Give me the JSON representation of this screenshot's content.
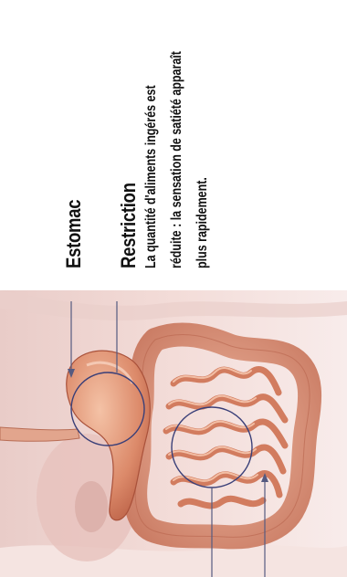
{
  "labels": {
    "stomach": "Estomac",
    "restriction": "Restriction"
  },
  "description_lines": [
    "La quantité d'aliments ingérés est",
    "réduite : la sensation de satiété apparaît",
    "plus rapidement."
  ],
  "colors": {
    "circle_outline": "#3a3f78",
    "leader_line": "#555a80",
    "organ": "#d9866a",
    "background_tissue": "#f2d9d6"
  }
}
